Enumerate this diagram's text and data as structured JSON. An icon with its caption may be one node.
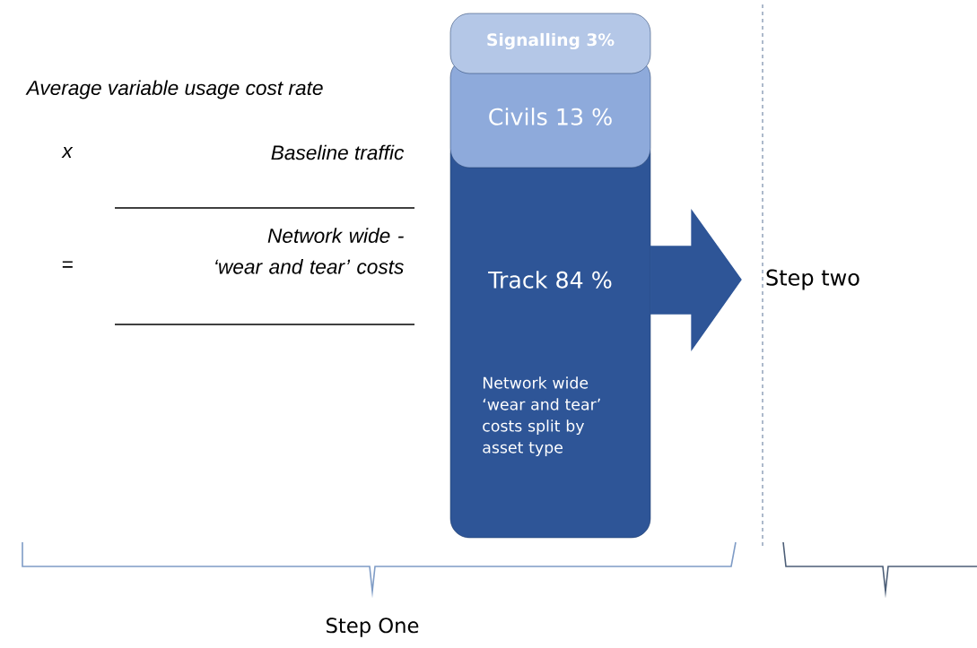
{
  "diagram": {
    "nodes": [
      {
        "text": [
          "Track 84 %",
          "Network wide ‘wear and tear’ costs split by asset type"
        ]
      },
      {
        "text": [
          "Civils 13 %"
        ]
      },
      {
        "text": [
          "Signalling 3%"
        ]
      },
      {
        "text": [
          "Step two"
        ]
      }
    ],
    "edges": [
      {
        "from": 0,
        "to": 3,
        "arrow": "to",
        "style": "thick"
      }
    ],
    "labels": [
      "Average variable usage cost rate",
      "x",
      "Baseline traffic",
      "=",
      "Network wide - ‘wear and tear’ costs",
      "Step One"
    ]
  }
}
